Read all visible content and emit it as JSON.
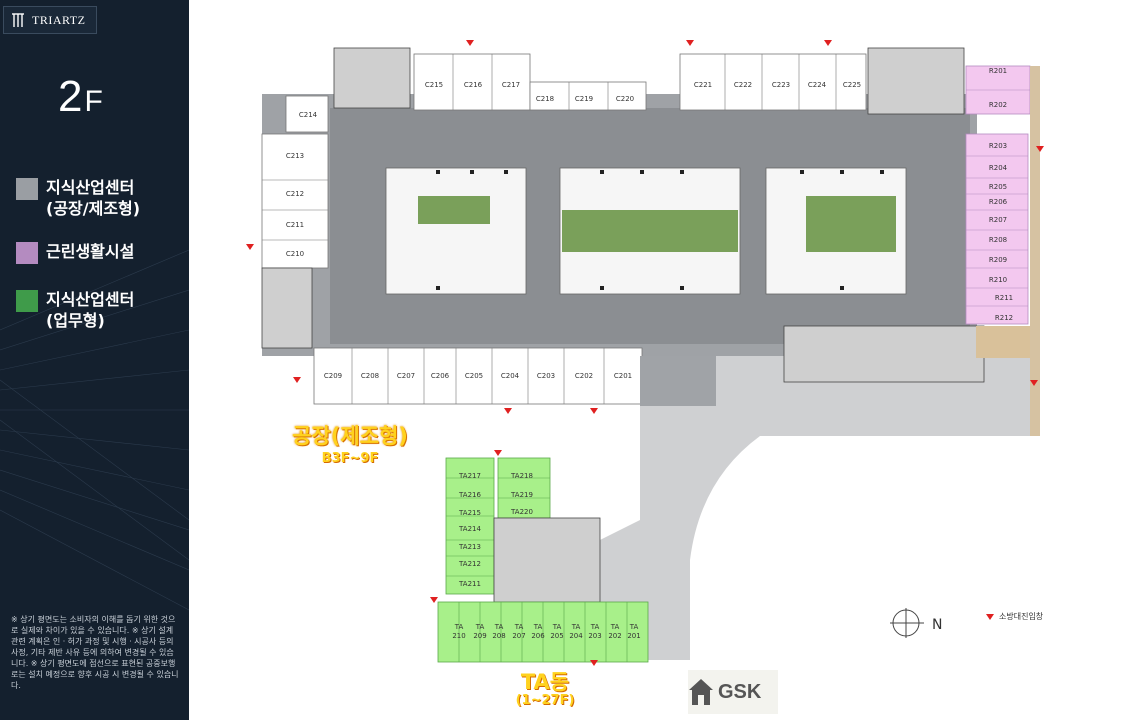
{
  "brand": {
    "name": "TRIARTZ"
  },
  "floor": {
    "number": "2",
    "suffix": "F"
  },
  "legend": [
    {
      "line1": "지식산업센터",
      "line2": "(공장/제조형)",
      "color": "#9a9ea3"
    },
    {
      "line1": "근린생활시설",
      "line2": "",
      "color": "#b48bc0"
    },
    {
      "line1": "지식산업센터",
      "line2": "(업무형)",
      "color": "#3f9b4a"
    }
  ],
  "note": "※ 상기 평면도는 소비자의 이해를 돕기 위한 것으로 실제와 차이가 있을 수 있습니다. ※ 상기 설계 관련 계획은 인ㆍ허가 과정 및 시행ㆍ시공사 등의 사정, 기타 제반 사유 등에 의하여 변경될 수 있습니다. ※ 상기 평면도에 점선으로 표현된 공중보행로는 설치 예정으로 향후 시공 시 변경될 수 있습니다.",
  "units": {
    "top_left": [
      "C215",
      "C216",
      "C217"
    ],
    "top_mid": [
      "C218",
      "C219",
      "C220"
    ],
    "top_right": [
      "C221",
      "C222",
      "C223",
      "C224",
      "C225"
    ],
    "left": [
      "C214",
      "C213",
      "C212",
      "C211",
      "C210"
    ],
    "bottom": [
      "C209",
      "C208",
      "C207",
      "C206",
      "C205",
      "C204",
      "C203",
      "C202",
      "C201"
    ],
    "retail": [
      "R201",
      "R202",
      "R203",
      "R204",
      "R205",
      "R206",
      "R207",
      "R208",
      "R209",
      "R210",
      "R211",
      "R212"
    ],
    "ta_left": [
      "TA217",
      "TA216",
      "TA215",
      "TA214",
      "TA213",
      "TA212",
      "TA211"
    ],
    "ta_right": [
      "TA218",
      "TA219",
      "TA220"
    ],
    "ta_bottom": [
      "TA\n210",
      "TA\n209",
      "TA\n208",
      "TA\n207",
      "TA\n206",
      "TA\n205",
      "TA\n204",
      "TA\n203",
      "TA\n202",
      "TA\n201"
    ]
  },
  "labels": {
    "factory": "공장(제조형)",
    "factory_floors": "B3F~9F",
    "ta": "TA동",
    "ta_floors": "(1~27F)"
  },
  "compass": {
    "north": "N"
  },
  "entry_legend": "소방대진입창",
  "watermark": "GSK",
  "colors": {
    "sidebar": "#14202e",
    "factory": "#9a9ea3",
    "retail": "#f3c8ef",
    "office": "#a8f08a",
    "garden": "#7aa05a",
    "marker": "#e02020"
  }
}
